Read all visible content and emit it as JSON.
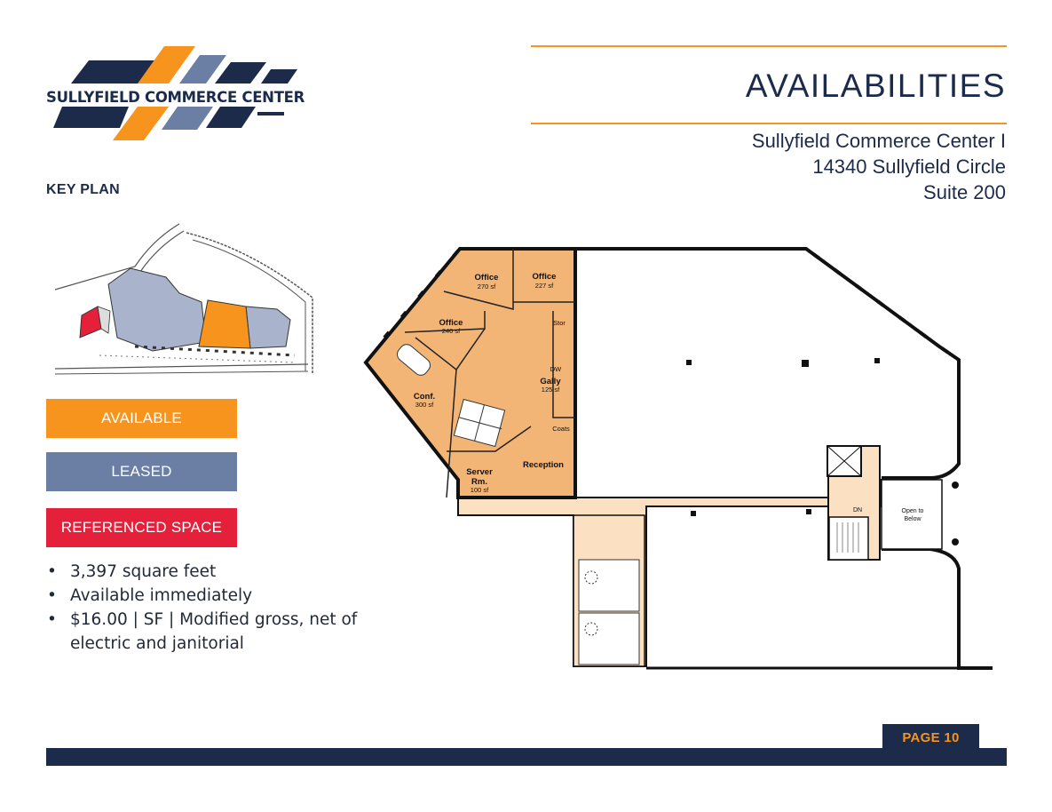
{
  "logo": {
    "name": "SULLYFIELD COMMERCE CENTER"
  },
  "key_plan": {
    "heading": "KEY PLAN"
  },
  "legend": {
    "available": "AVAILABLE",
    "leased": "LEASED",
    "referenced": "REFERENCED SPACE"
  },
  "details": [
    "3,397 square feet",
    "Available immediately",
    "$16.00 | SF | Modified gross, net of electric and janitorial"
  ],
  "header": {
    "title": "AVAILABILITIES",
    "building": "Sullyfield Commerce Center I",
    "address": "14340 Sullyfield Circle",
    "suite": "Suite 200"
  },
  "floorplan": {
    "rooms": [
      {
        "name": "Office",
        "area": "270 sf"
      },
      {
        "name": "Office",
        "area": "227 sf"
      },
      {
        "name": "Office",
        "area": "240 sf"
      },
      {
        "name": "Conf.",
        "area": "300 sf"
      },
      {
        "name": "Gally",
        "area": "125 sf"
      },
      {
        "name": "Reception",
        "area": ""
      },
      {
        "name": "Server",
        "area": "Rm."
      },
      {
        "name": "",
        "area": "100 sf"
      }
    ],
    "labels": {
      "stor": "Stor",
      "dw": "DW",
      "coats": "Coats",
      "dn": "DN",
      "open_to": "Open to",
      "below": "Below"
    }
  },
  "colors": {
    "navy": "#1c2b4a",
    "orange": "#f7941d",
    "leased": "#6a7fa3",
    "referenced": "#e5203a",
    "available_fill": "#f2b576",
    "common_fill": "#fbe0c2"
  },
  "footer": {
    "page": "PAGE 10"
  }
}
